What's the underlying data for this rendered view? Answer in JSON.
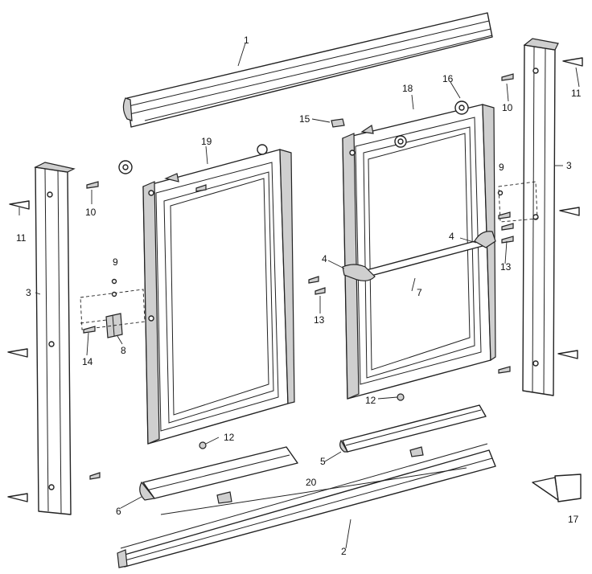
{
  "callouts": {
    "c1": "1",
    "c2": "2",
    "c3_left": "3",
    "c3_right": "3",
    "c4_left": "4",
    "c4_right": "4",
    "c5": "5",
    "c6": "6",
    "c7": "7",
    "c8": "8",
    "c9_left": "9",
    "c9_right": "9",
    "c10_left": "10",
    "c10_right": "10",
    "c11_left": "11",
    "c11_right": "11",
    "c12_left": "12",
    "c12_right": "12",
    "c13_left": "13",
    "c13_right": "13",
    "c14": "14",
    "c15": "15",
    "c16": "16",
    "c17": "17",
    "c18": "18",
    "c19": "19",
    "c20": "20"
  }
}
